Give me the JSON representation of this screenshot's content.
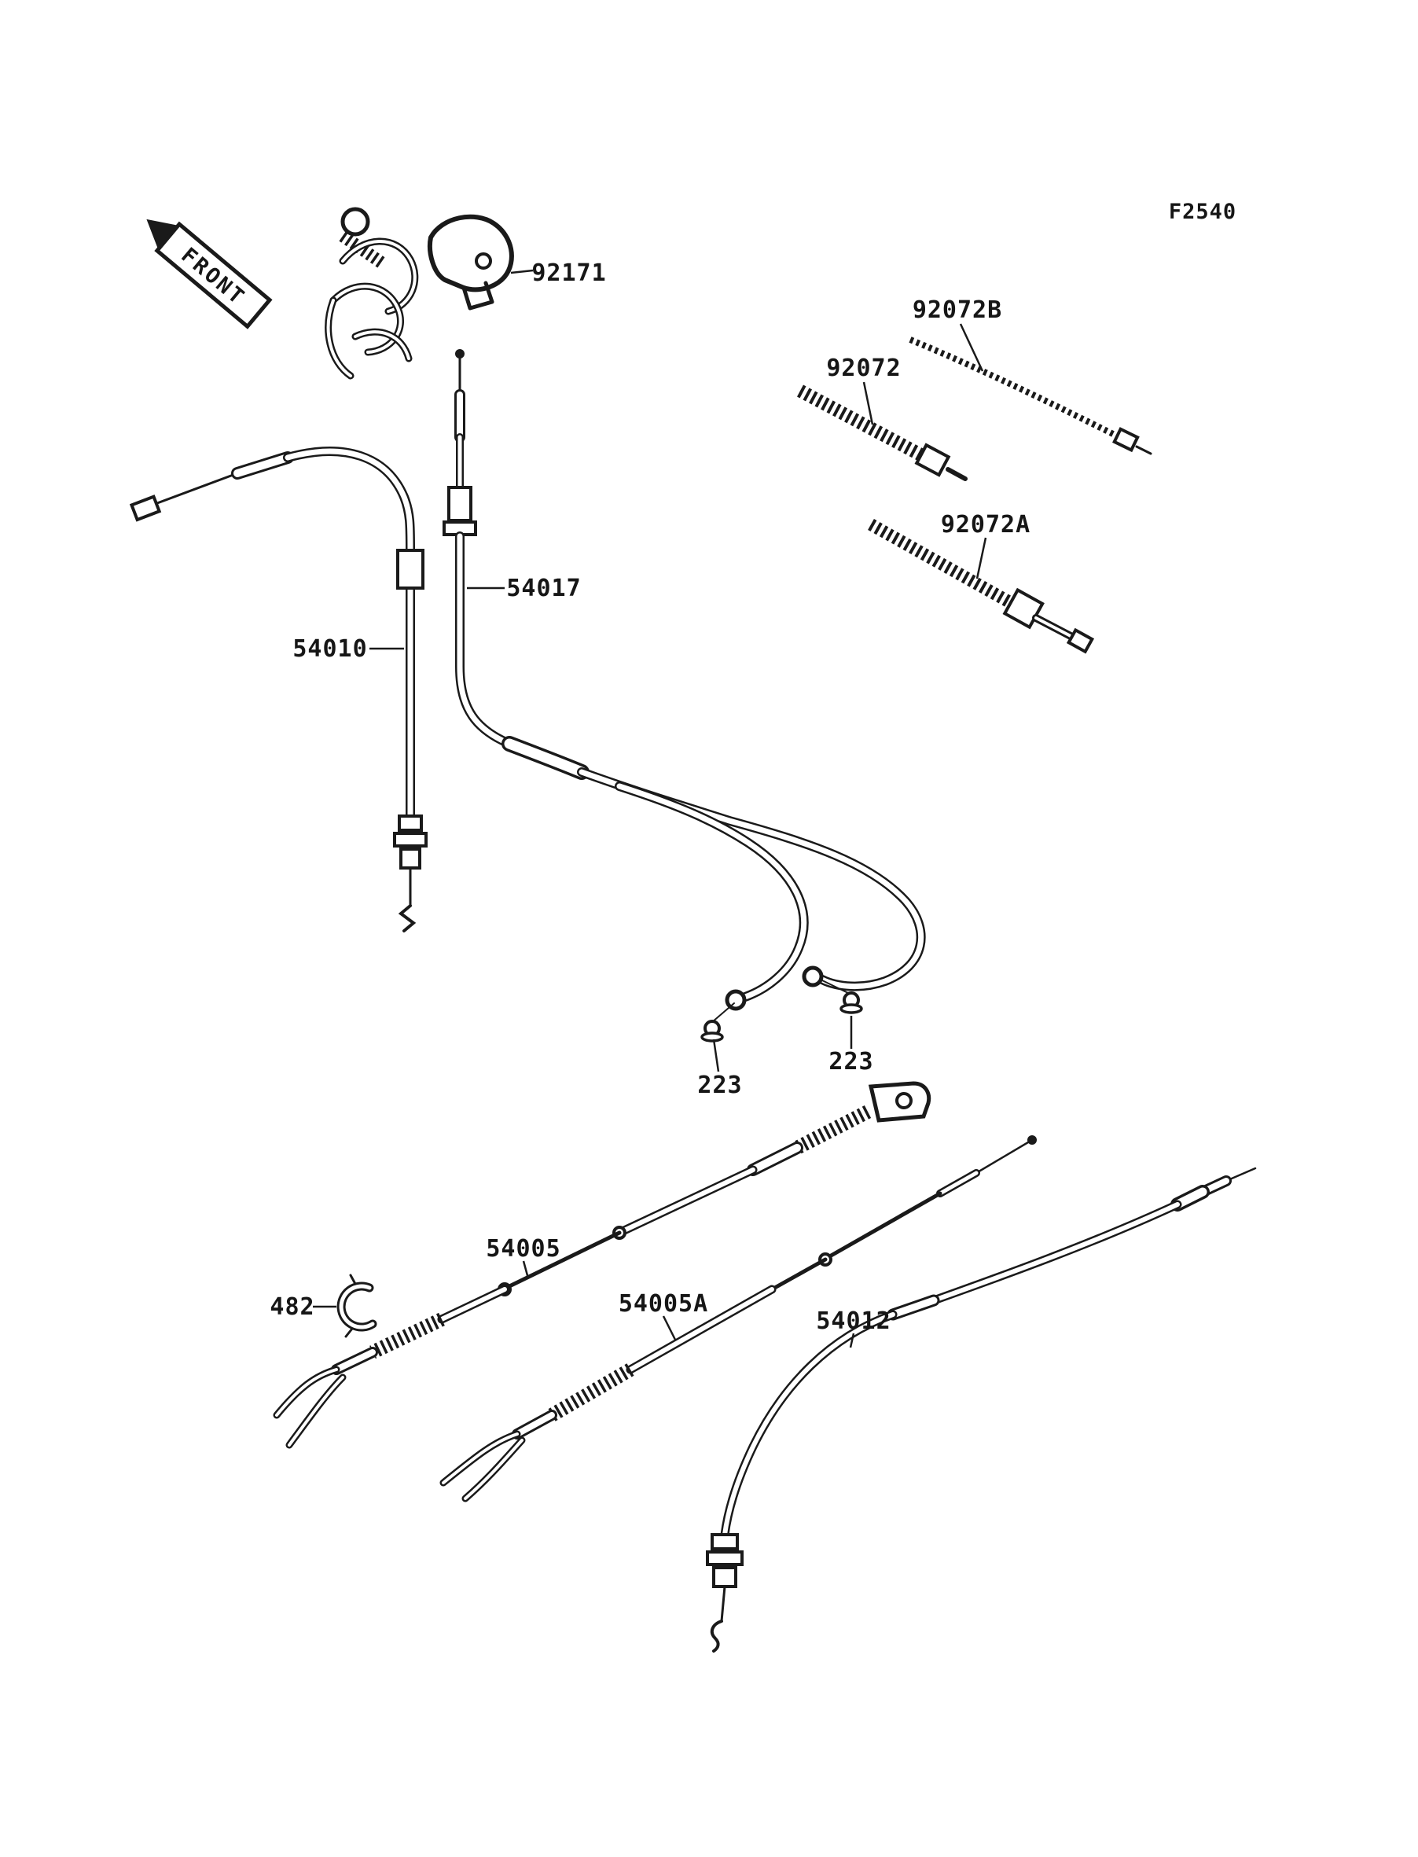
{
  "meta": {
    "figure_code": "F2540",
    "front_label": "FRONT",
    "diagram_type": "parts-diagram-cables",
    "colors": {
      "line": "#1a1a1a",
      "background": "#ffffff"
    }
  },
  "labels": {
    "92171": "92171",
    "92072B": "92072B",
    "92072": "92072",
    "92072A": "92072A",
    "54017": "54017",
    "54010": "54010",
    "223": "223",
    "54005": "54005",
    "482": "482",
    "54005A": "54005A",
    "54012": "54012"
  }
}
